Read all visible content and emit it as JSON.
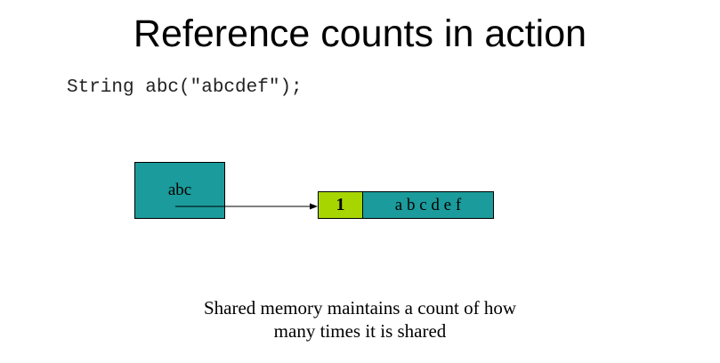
{
  "slide": {
    "title": "Reference counts in action",
    "code": "String abc(\"abcdef\");",
    "caption_lines": [
      "Shared memory maintains a count of how",
      "many times it is shared"
    ]
  },
  "diagram": {
    "variable_label": "abc",
    "ref_count": "1",
    "data_label": "a b c d e f",
    "colors": {
      "variable_fill": "#1B9B9B",
      "count_fill": "#A7D500",
      "data_fill": "#1B9B9B",
      "arrow": "#000000"
    }
  }
}
